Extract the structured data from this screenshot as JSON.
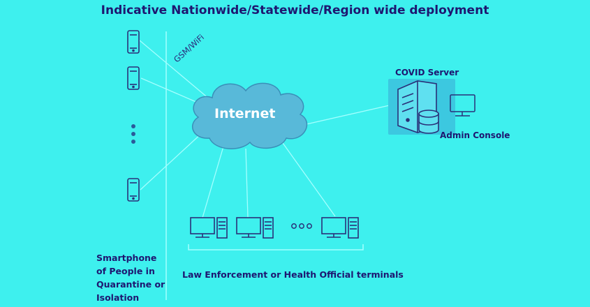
{
  "title": "Indicative Nationwide/Statewide/Region wide deployment",
  "labels": {
    "network_link": "GSM/WiFi",
    "internet": "Internet",
    "server": "COVID Server",
    "admin": "Admin Console",
    "smartphones": "Smartphone of People in Quarantine or Isolation",
    "terminals": "Law Enforcement or Health Official terminals"
  },
  "icons": {
    "smartphone": "smartphone-icon",
    "cloud": "cloud-icon",
    "server": "server-icon",
    "database": "database-icon",
    "monitor": "monitor-icon",
    "desktop": "desktop-computer-icon",
    "ellipsis": "ellipsis-icon"
  },
  "colors": {
    "background": "#3ef0ee",
    "text": "#1e1670",
    "lines": "#a4ffff",
    "icon_stroke": "#2a2f78",
    "cloud_fill": "#58b9d9",
    "server_panel": "#3cc8e0"
  }
}
